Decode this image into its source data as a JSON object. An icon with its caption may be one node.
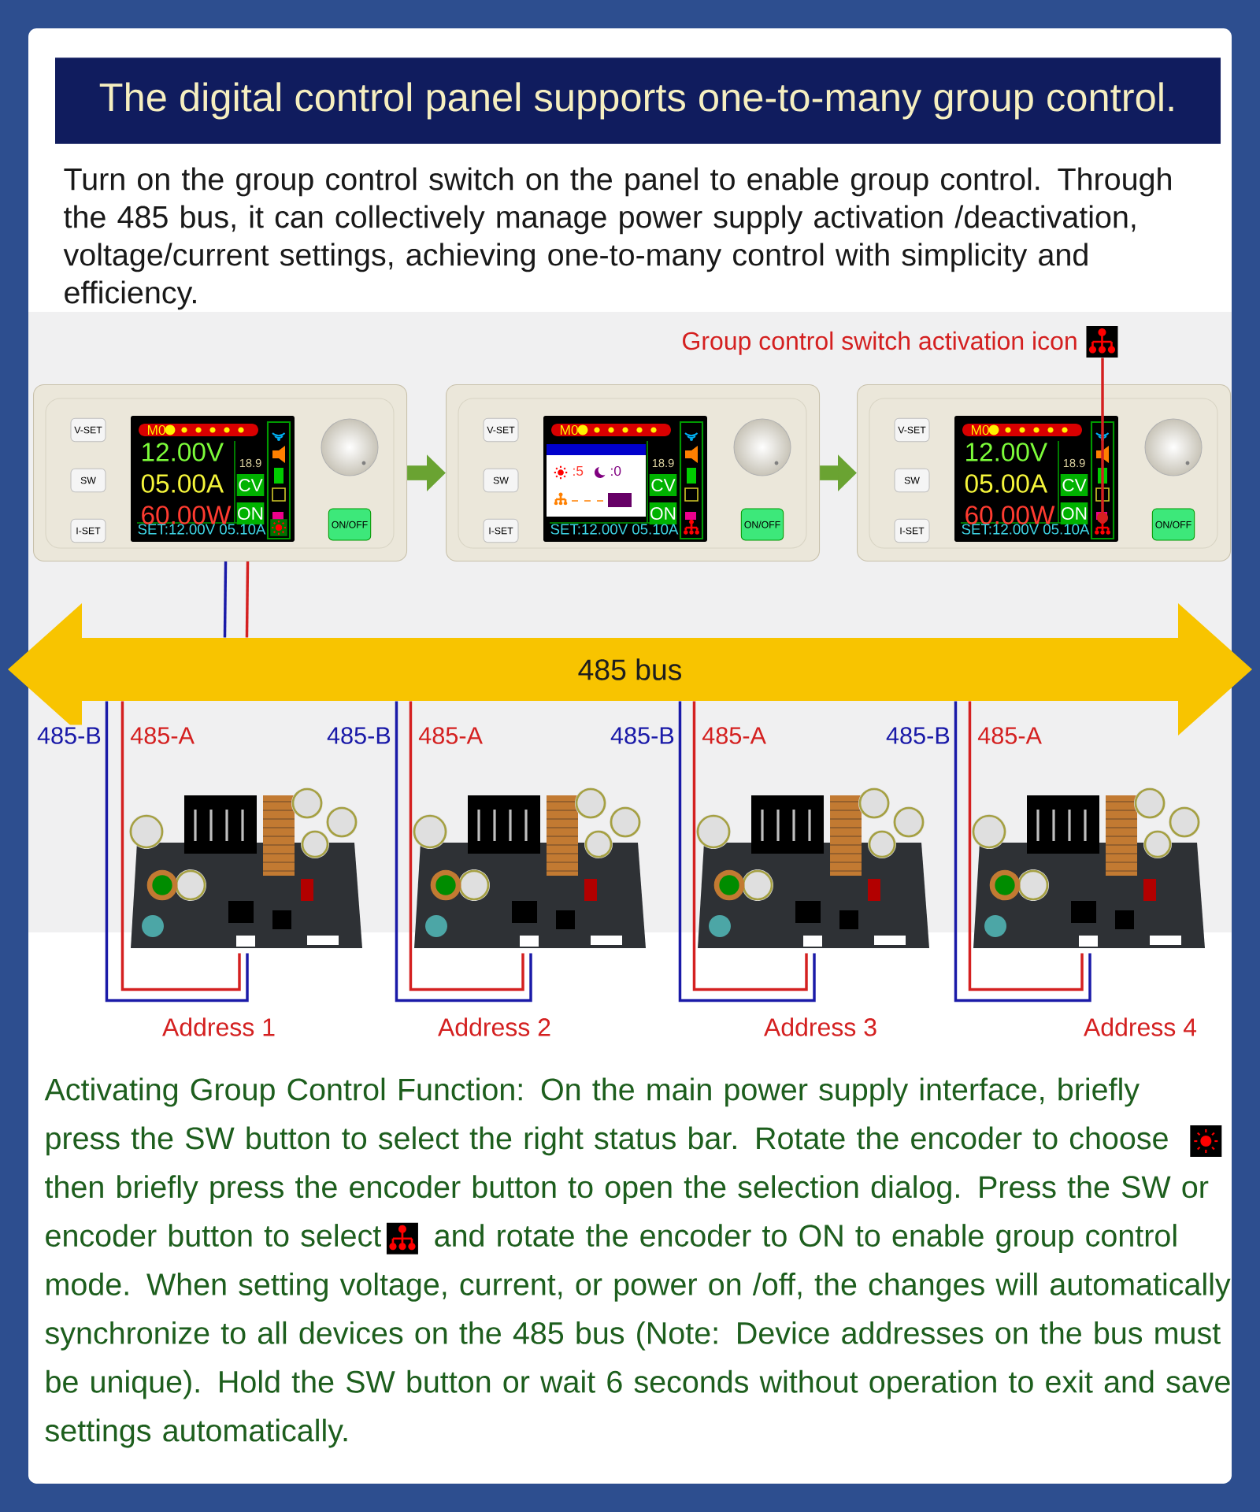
{
  "diagram": {
    "title": "The digital control panel supports one-to-many group control.",
    "nodes": [
      {
        "text": [
          "V-SET",
          "SW",
          "I-SET",
          "M0",
          "12.00V",
          "05.00A",
          "60.00W",
          "18.9",
          "CV",
          "ON",
          "SET:12.00V 05.10A",
          "ON/OFF"
        ]
      },
      {
        "text": [
          "V-SET",
          "SW",
          "I-SET",
          "M0",
          "18.9",
          "CV",
          "ON",
          ":5",
          ":0",
          "SET:12.00V 05.10A",
          "ON/OFF"
        ]
      },
      {
        "text": [
          "V-SET",
          "SW",
          "I-SET",
          "M0",
          "12.00V",
          "05.00A",
          "60.00W",
          "18.9",
          "CV",
          "ON",
          "SET:12.00V 05.10A",
          "ON/OFF"
        ]
      },
      {
        "text": [
          "485 bus"
        ]
      },
      {
        "text": [
          "Group control switch activation icon"
        ]
      },
      {
        "text": [],
        "shape": "box",
        "in": 2
      },
      {
        "text": [],
        "shape": "picture",
        "beside": [
          "Address 1"
        ]
      },
      {
        "text": [],
        "shape": "picture",
        "beside": [
          "Address 2"
        ]
      },
      {
        "text": [],
        "shape": "picture",
        "beside": [
          "Address 3"
        ]
      },
      {
        "text": [],
        "shape": "picture",
        "beside": [
          "Address 4"
        ]
      }
    ],
    "edges": [
      {
        "from": 0,
        "to": 1,
        "arrow": "to",
        "style": "thick",
        "color": "#6aa332"
      },
      {
        "from": 1,
        "to": 2,
        "arrow": "to",
        "style": "thick",
        "color": "#6aa332"
      },
      {
        "from": 0,
        "to": 3,
        "arrow": "none",
        "color": "#1a1aa8"
      },
      {
        "from": 0,
        "to": 3,
        "arrow": "none",
        "color": "#d42020"
      },
      {
        "from": 3,
        "to": 6,
        "arrow": "none",
        "label": "485-B",
        "color": "#1a1aa8"
      },
      {
        "from": 3,
        "to": 6,
        "arrow": "none",
        "label": "485-A",
        "color": "#d42020"
      },
      {
        "from": 3,
        "to": 7,
        "arrow": "none",
        "label": "485-B",
        "color": "#1a1aa8"
      },
      {
        "from": 3,
        "to": 7,
        "arrow": "none",
        "label": "485-A",
        "color": "#d42020"
      },
      {
        "from": 3,
        "to": 8,
        "arrow": "none",
        "label": "485-B",
        "color": "#1a1aa8"
      },
      {
        "from": 3,
        "to": 8,
        "arrow": "none",
        "label": "485-A",
        "color": "#d42020"
      },
      {
        "from": 3,
        "to": 9,
        "arrow": "none",
        "label": "485-B",
        "color": "#1a1aa8"
      },
      {
        "from": 3,
        "to": 9,
        "arrow": "none",
        "label": "485-A",
        "color": "#d42020"
      },
      {
        "from": 4,
        "to": 5,
        "arrow": "other",
        "color": "#d42020"
      }
    ],
    "labels": [
      "Turn on the group control switch on the panel to enable group control. Through the 485 bus, it can collectively manage power supply activation /deactivation, voltage/current settings, achieving one-to-many control with simplicity and efficiency.",
      "Activating Group Control Function: On the main power supply interface, briefly press the SW button to select the right status bar. Rotate the encoder to choose",
      "then briefly press the encoder button to open the selection dialog. Press the SW or encoder button to select",
      "and rotate the encoder to ON to enable group control mode. When setting voltage, current, or power on /off, the changes will automatically synchronize to all devices on the 485 bus (Note: Device addresses on the bus must be unique). Hold the SW button or wait 6 seconds without operation to exit and save settings automatically."
    ]
  }
}
